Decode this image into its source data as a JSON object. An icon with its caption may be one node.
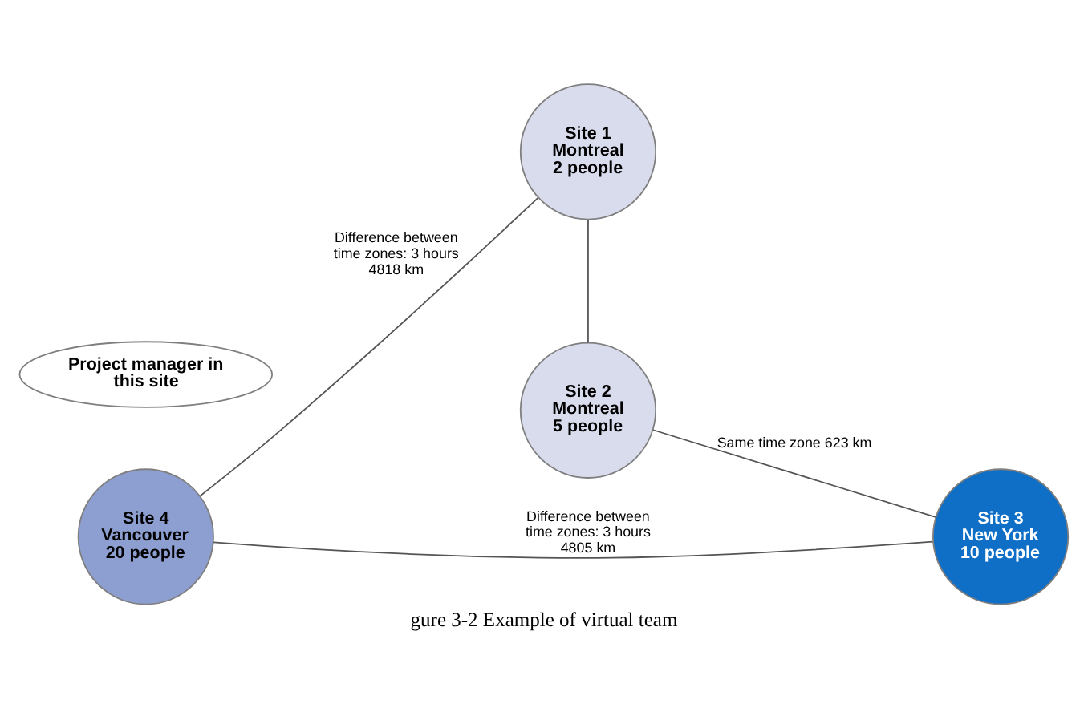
{
  "diagram": {
    "caption": "gure 3-2 Example of virtual team",
    "nodes": [
      {
        "text": [
          "Site 4 Vancouver 20 people"
        ]
      },
      {
        "text": [
          "Project manager in this site"
        ]
      },
      {
        "text": [
          "Site 1 Montreal 2 people"
        ]
      },
      {
        "text": [
          "Site 2 Montreal 5 people"
        ]
      },
      {
        "text": [
          "Site 3 New York 10 people"
        ]
      }
    ],
    "edges": [
      {
        "from": 0,
        "to": 2,
        "arrow": "none",
        "label": "Difference between time zones: 3 hours 4818 km"
      },
      {
        "from": 2,
        "to": 3,
        "arrow": "none"
      },
      {
        "from": 3,
        "to": 4,
        "arrow": "none",
        "label": "Same time zone 623 km"
      },
      {
        "from": 0,
        "to": 4,
        "arrow": "none",
        "label": "Difference between time zones: 3 hours 4805 km"
      }
    ]
  }
}
